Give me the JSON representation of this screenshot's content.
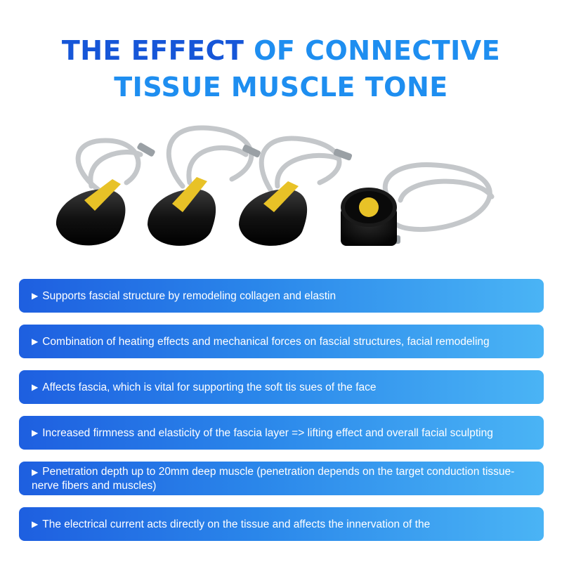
{
  "header": {
    "title_line1_part1": "THE EFFECT ",
    "title_line1_part2": "OF CONNECTIVE",
    "title_line2": "TISSUE MUSCLE TONE"
  },
  "product": {
    "items": [
      "handpiece-1",
      "handpiece-2",
      "handpiece-3",
      "round-electrode"
    ],
    "colors": {
      "body": "#141414",
      "pad": "#e8c227",
      "cable": "#c4c7ca"
    }
  },
  "features": [
    {
      "arrow": "▶",
      "text": "Supports fascial structure by remodeling collagen and elastin"
    },
    {
      "arrow": "▶",
      "text": "Combination of heating effects and mechanical forces on fascial structures, facial remodeling"
    },
    {
      "arrow": "▶",
      "text": "Affects fascia, which is vital for supporting the soft tis sues of the face"
    },
    {
      "arrow": "▶",
      "text": "Increased firmness and elasticity of the fascia layer => lifting effect and overall facial sculpting"
    },
    {
      "arrow": "▶",
      "text": "Penetration depth up to 20mm deep muscle (penetration depends on the target conduction tissue-nerve fibers and muscles)"
    },
    {
      "arrow": "▶",
      "text": "The electrical current acts directly on the tissue and affects the innervation of the"
    }
  ],
  "theme": {
    "title_dark": "#1656d8",
    "title_light": "#1e8ef0",
    "bar_start": "#1e5fe0",
    "bar_end": "#4ab4f5"
  }
}
